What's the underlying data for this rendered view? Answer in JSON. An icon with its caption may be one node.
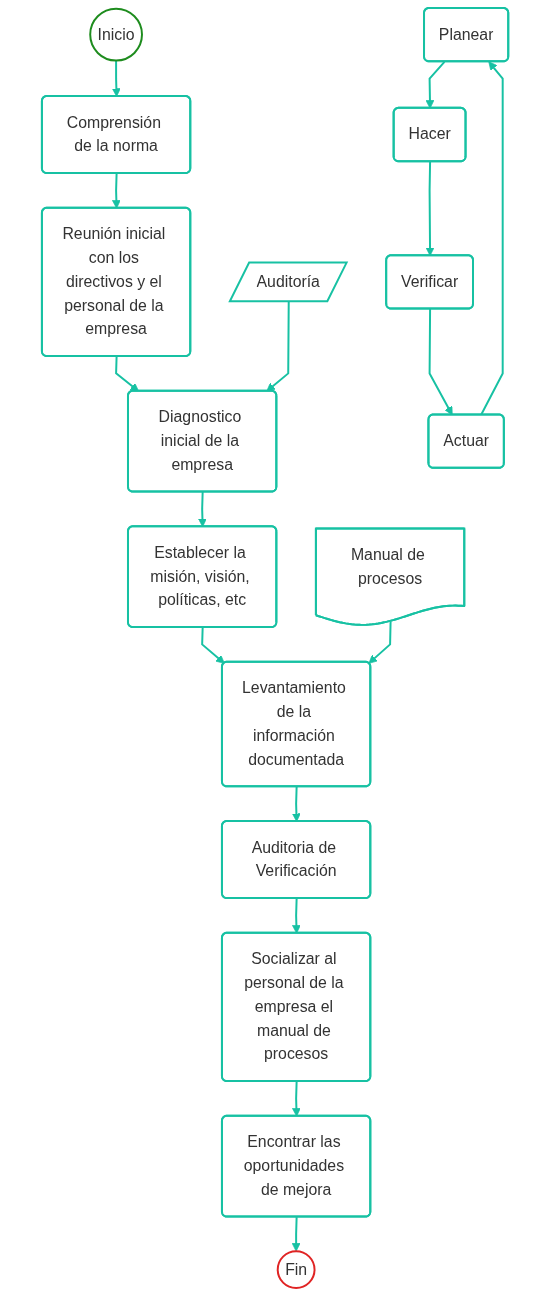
{
  "diagram": {
    "nodes": [
      {
        "text": [
          "Inicio"
        ]
      },
      {
        "text": [
          "Comprensión de la norma"
        ]
      },
      {
        "text": [
          "Reunión inicial con los directivos y el personal de la empresa"
        ]
      },
      {
        "text": [
          "Auditoría"
        ]
      },
      {
        "text": [
          "Diagnostico inicial de la empresa"
        ]
      },
      {
        "text": [
          "Establecer la misión, visión, políticas, etc"
        ]
      },
      {
        "text": [
          "Manual de procesos"
        ]
      },
      {
        "text": [
          "Levantamiento de la información documentada"
        ]
      },
      {
        "text": [
          "Auditoria de Verificación"
        ]
      },
      {
        "text": [
          "Socializar al personal de la empresa el manual de procesos"
        ]
      },
      {
        "text": [
          "Encontrar las oportunidades de mejora"
        ]
      },
      {
        "text": [
          "Fin"
        ]
      },
      {
        "text": [
          "Planear"
        ]
      },
      {
        "text": [
          "Hacer"
        ]
      },
      {
        "text": [
          "Verificar"
        ]
      },
      {
        "text": [
          "Actuar"
        ]
      }
    ],
    "edges": [
      {
        "from": 0,
        "to": 1,
        "arrow": "to"
      },
      {
        "from": 1,
        "to": 2,
        "arrow": "to"
      },
      {
        "from": 2,
        "to": 4,
        "arrow": "to"
      },
      {
        "from": 3,
        "to": 4,
        "arrow": "to"
      },
      {
        "from": 4,
        "to": 5,
        "arrow": "to"
      },
      {
        "from": 5,
        "to": 7,
        "arrow": "to"
      },
      {
        "from": 6,
        "to": 7,
        "arrow": "to"
      },
      {
        "from": 7,
        "to": 8,
        "arrow": "to"
      },
      {
        "from": 8,
        "to": 9,
        "arrow": "to"
      },
      {
        "from": 9,
        "to": 10,
        "arrow": "to"
      },
      {
        "from": 10,
        "to": 11,
        "arrow": "to"
      },
      {
        "from": 12,
        "to": 13,
        "arrow": "to"
      },
      {
        "from": 13,
        "to": 14,
        "arrow": "to"
      },
      {
        "from": 14,
        "to": 15,
        "arrow": "to"
      },
      {
        "from": 15,
        "to": 12,
        "arrow": "to"
      }
    ]
  }
}
